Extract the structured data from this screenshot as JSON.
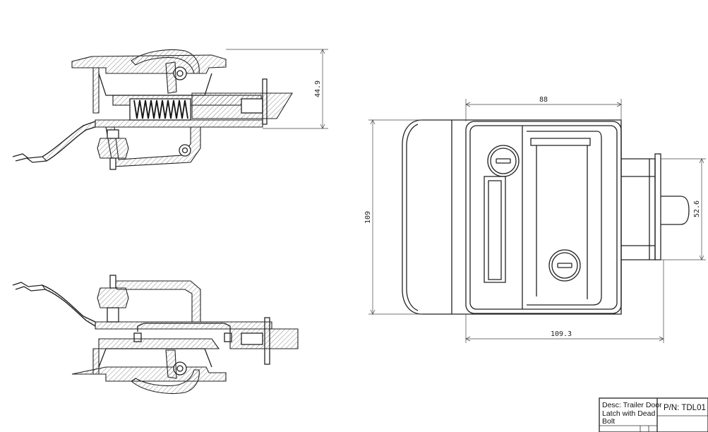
{
  "dimensions": {
    "side_height": "44.9",
    "front_top_width": "88",
    "front_height": "109",
    "bolt_extension": "52.6",
    "overall_width": "109.3"
  },
  "title_block": {
    "desc_line1": "Desc: Trailer Door",
    "desc_line2": "Latch with Dead",
    "desc_line3": "Bolt",
    "part_number": "P/N: TDL01"
  }
}
